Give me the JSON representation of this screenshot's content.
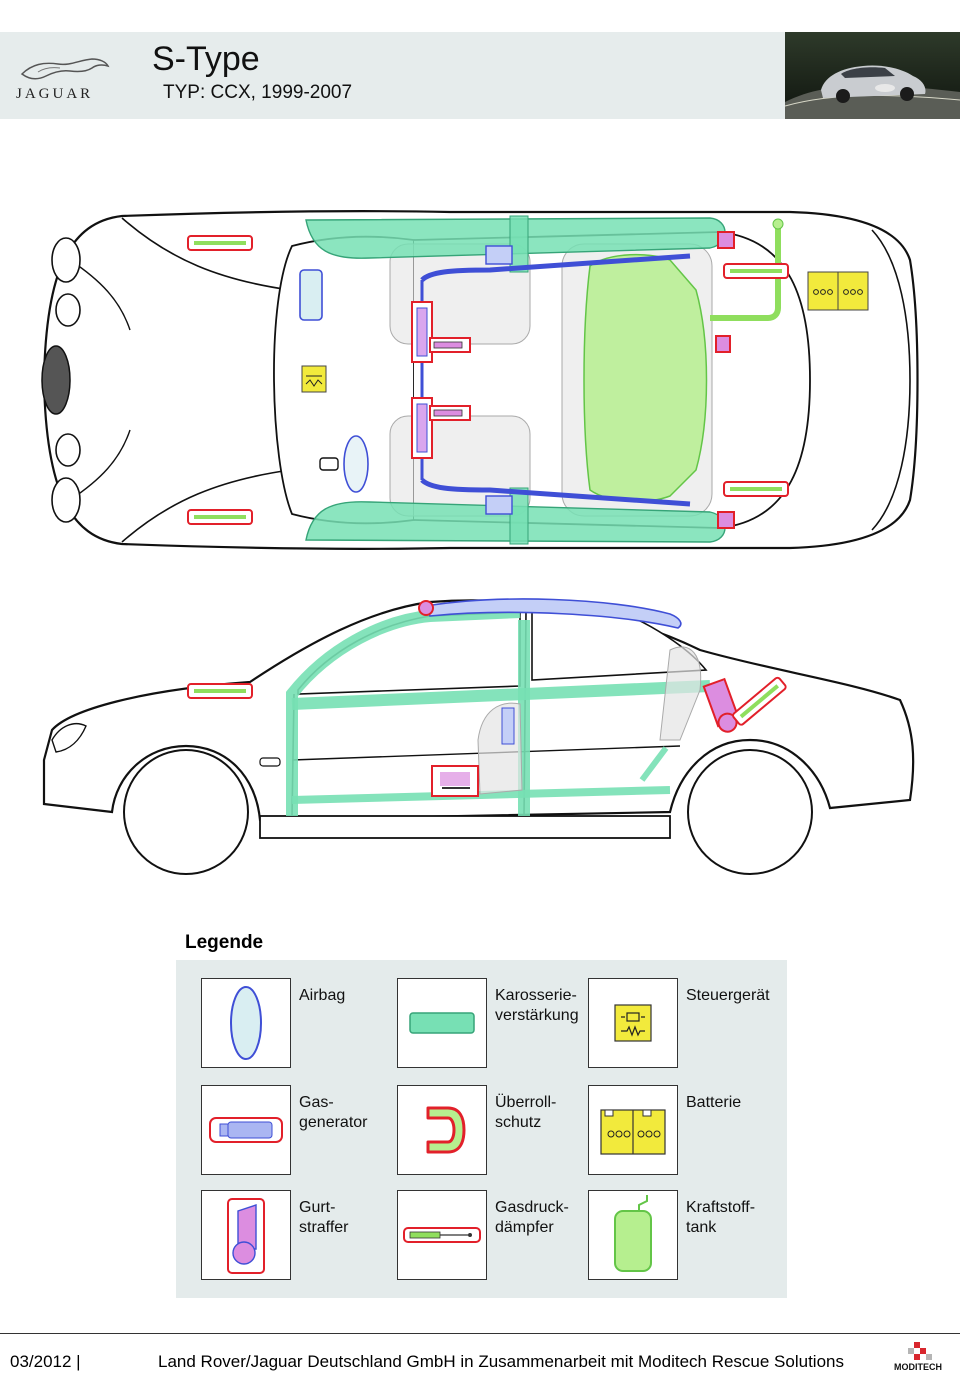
{
  "header": {
    "brand": "JAGUAR",
    "title": "S-Type",
    "subtitle": "TYP: CCX, 1999-2007"
  },
  "legend": {
    "title": "Legende",
    "items": [
      {
        "label": "Airbag",
        "icon": "airbag-icon"
      },
      {
        "label": "Karosserie-\nverstärkung",
        "icon": "body-reinforcement-icon"
      },
      {
        "label": "Steuergerät",
        "icon": "control-unit-icon"
      },
      {
        "label": "Gas-\ngenerator",
        "icon": "gas-generator-icon"
      },
      {
        "label": "Überroll-\nschutz",
        "icon": "rollover-protection-icon"
      },
      {
        "label": "Batterie",
        "icon": "battery-icon"
      },
      {
        "label": "Gurt-\nstraffer",
        "icon": "belt-tensioner-icon"
      },
      {
        "label": "Gasdruck-\ndämpfer",
        "icon": "gas-strut-icon"
      },
      {
        "label": "Kraftstoff-\ntank",
        "icon": "fuel-tank-icon"
      }
    ]
  },
  "footer": {
    "date": "03/2012 |",
    "text": "Land Rover/Jaguar Deutschland GmbH in Zusammenarbeit mit Moditech Rescue Solutions",
    "logo_text": "MODITECH"
  },
  "colors": {
    "header_bg": "#e6ecec",
    "legend_bg": "#e4ebeb",
    "airbag_fill": "#d9eef2",
    "airbag_stroke": "#3f4fd6",
    "reinforcement": "#77e0b4",
    "red_frame": "#e2202a",
    "pink": "#dc8de0",
    "yellow": "#f2ea3c",
    "tank": "#b6ef8f",
    "tank_stroke": "#63c547"
  }
}
